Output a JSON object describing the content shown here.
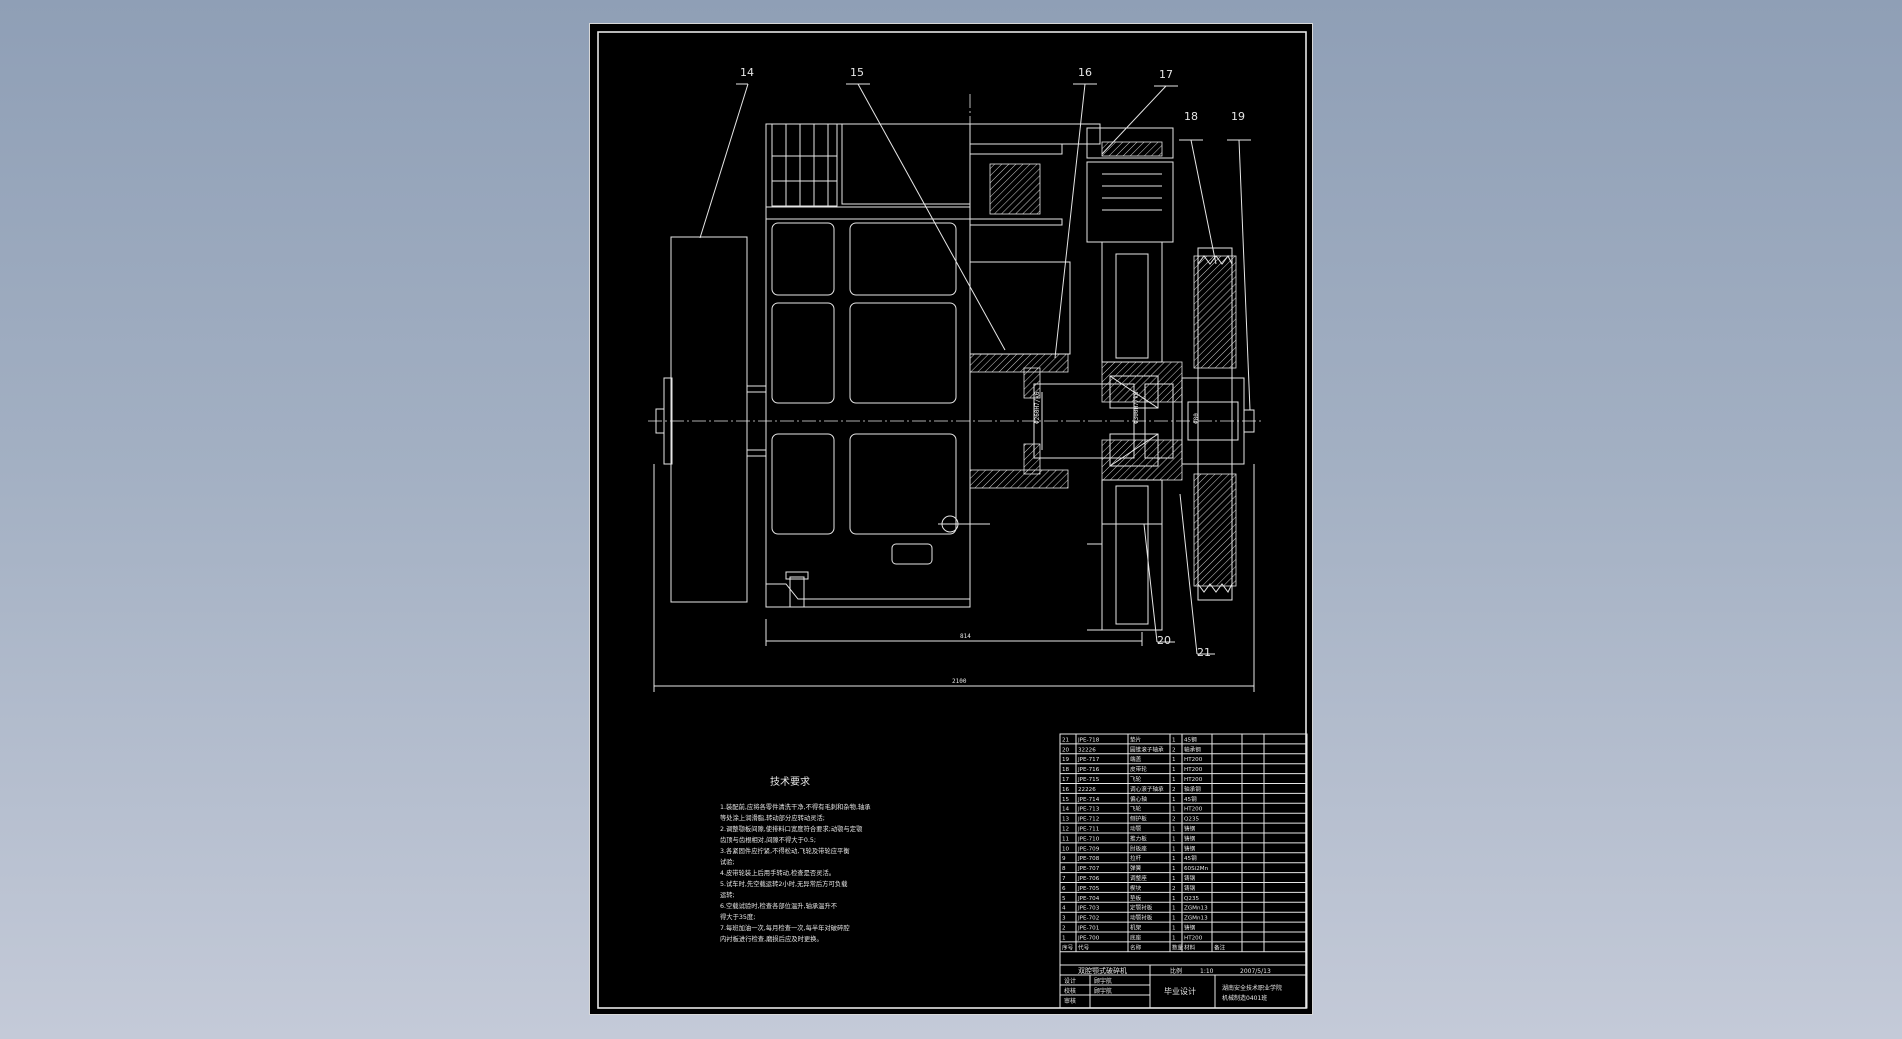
{
  "drawing": {
    "balloons": [
      {
        "id": "balloon-14",
        "label": "14"
      },
      {
        "id": "balloon-15",
        "label": "15"
      },
      {
        "id": "balloon-16",
        "label": "16"
      },
      {
        "id": "balloon-17",
        "label": "17"
      },
      {
        "id": "balloon-18",
        "label": "18"
      },
      {
        "id": "balloon-19",
        "label": "19"
      },
      {
        "id": "balloon-20",
        "label": "20"
      },
      {
        "id": "balloon-21",
        "label": "21"
      }
    ],
    "dimensions": {
      "inner": "814",
      "overall": "2100"
    }
  },
  "tech": {
    "title": "技术要求",
    "lines": [
      "1.装配前,应将各零件清洗干净,不得有毛刺和杂物,轴承",
      "等处涂上润滑脂,转动部分应转动灵活;",
      "2.调整颚板间隙,使排料口宽度符合要求;动颚与定颚",
      "齿顶与齿根相对,间隙不得大于0.5;",
      "3.各紧固件应拧紧,不得松动,飞轮及带轮应平衡",
      "试验;",
      "4.皮带轮装上后用手转动,检查是否灵活。",
      "5.试车时,先空载运转2小时,无异常后方可负载",
      "运转;",
      "6.空载试验时,检查各部位温升,轴承温升不",
      "得大于35度;",
      "7.每班加油一次,每月检查一次,每半年对破碎腔",
      "内衬板进行检查,磨损后应及时更换。"
    ]
  },
  "bom": {
    "rows": [
      {
        "no": "21",
        "code": "JPE-718",
        "name": "垫片",
        "qty": "1",
        "mat": "45钢"
      },
      {
        "no": "20",
        "code": "32226",
        "name": "圆锥滚子轴承",
        "qty": "2",
        "mat": "轴承钢"
      },
      {
        "no": "19",
        "code": "JPE-717",
        "name": "端盖",
        "qty": "1",
        "mat": "HT200"
      },
      {
        "no": "18",
        "code": "JPE-716",
        "name": "皮带轮",
        "qty": "1",
        "mat": "HT200"
      },
      {
        "no": "17",
        "code": "JPE-715",
        "name": "飞轮",
        "qty": "1",
        "mat": "HT200"
      },
      {
        "no": "16",
        "code": "22226",
        "name": "调心滚子轴承",
        "qty": "2",
        "mat": "轴承钢"
      },
      {
        "no": "15",
        "code": "JPE-714",
        "name": "偏心轴",
        "qty": "1",
        "mat": "45钢"
      },
      {
        "no": "14",
        "code": "JPE-713",
        "name": "飞轮",
        "qty": "1",
        "mat": "HT200"
      },
      {
        "no": "13",
        "code": "JPE-712",
        "name": "侧护板",
        "qty": "2",
        "mat": "Q235"
      },
      {
        "no": "12",
        "code": "JPE-711",
        "name": "动颚",
        "qty": "1",
        "mat": "铸钢"
      },
      {
        "no": "11",
        "code": "JPE-710",
        "name": "推力板",
        "qty": "1",
        "mat": "铸钢"
      },
      {
        "no": "10",
        "code": "JPE-709",
        "name": "肘板座",
        "qty": "1",
        "mat": "铸钢"
      },
      {
        "no": "9",
        "code": "JPE-708",
        "name": "拉杆",
        "qty": "1",
        "mat": "45钢"
      },
      {
        "no": "8",
        "code": "JPE-707",
        "name": "弹簧",
        "qty": "1",
        "mat": "60Si2Mn"
      },
      {
        "no": "7",
        "code": "JPE-706",
        "name": "调整座",
        "qty": "1",
        "mat": "铸钢"
      },
      {
        "no": "6",
        "code": "JPE-705",
        "name": "楔块",
        "qty": "2",
        "mat": "铸钢"
      },
      {
        "no": "5",
        "code": "JPE-704",
        "name": "垫板",
        "qty": "1",
        "mat": "Q235"
      },
      {
        "no": "4",
        "code": "JPE-703",
        "name": "定颚衬板",
        "qty": "1",
        "mat": "ZGMn13"
      },
      {
        "no": "3",
        "code": "JPE-702",
        "name": "动颚衬板",
        "qty": "1",
        "mat": "ZGMn13"
      },
      {
        "no": "2",
        "code": "JPE-701",
        "name": "机架",
        "qty": "1",
        "mat": "铸钢"
      },
      {
        "no": "1",
        "code": "JPE-700",
        "name": "底座",
        "qty": "1",
        "mat": "HT200"
      }
    ],
    "header": {
      "no": "序号",
      "code": "代号",
      "name": "名称",
      "qty": "数量",
      "mat": "材料",
      "remark": "备注"
    }
  },
  "titleblock": {
    "product": "双腔颚式破碎机",
    "date": "2007/5/13",
    "design": "设计",
    "check": "校核",
    "approve": "审核",
    "designer": "顾宇航",
    "checker": "顾宇航",
    "scale_label": "比例",
    "scale": "1:10",
    "thesis": "毕业设计",
    "school": "湖南安全技术职业学院",
    "major": "机械制造0401班"
  }
}
